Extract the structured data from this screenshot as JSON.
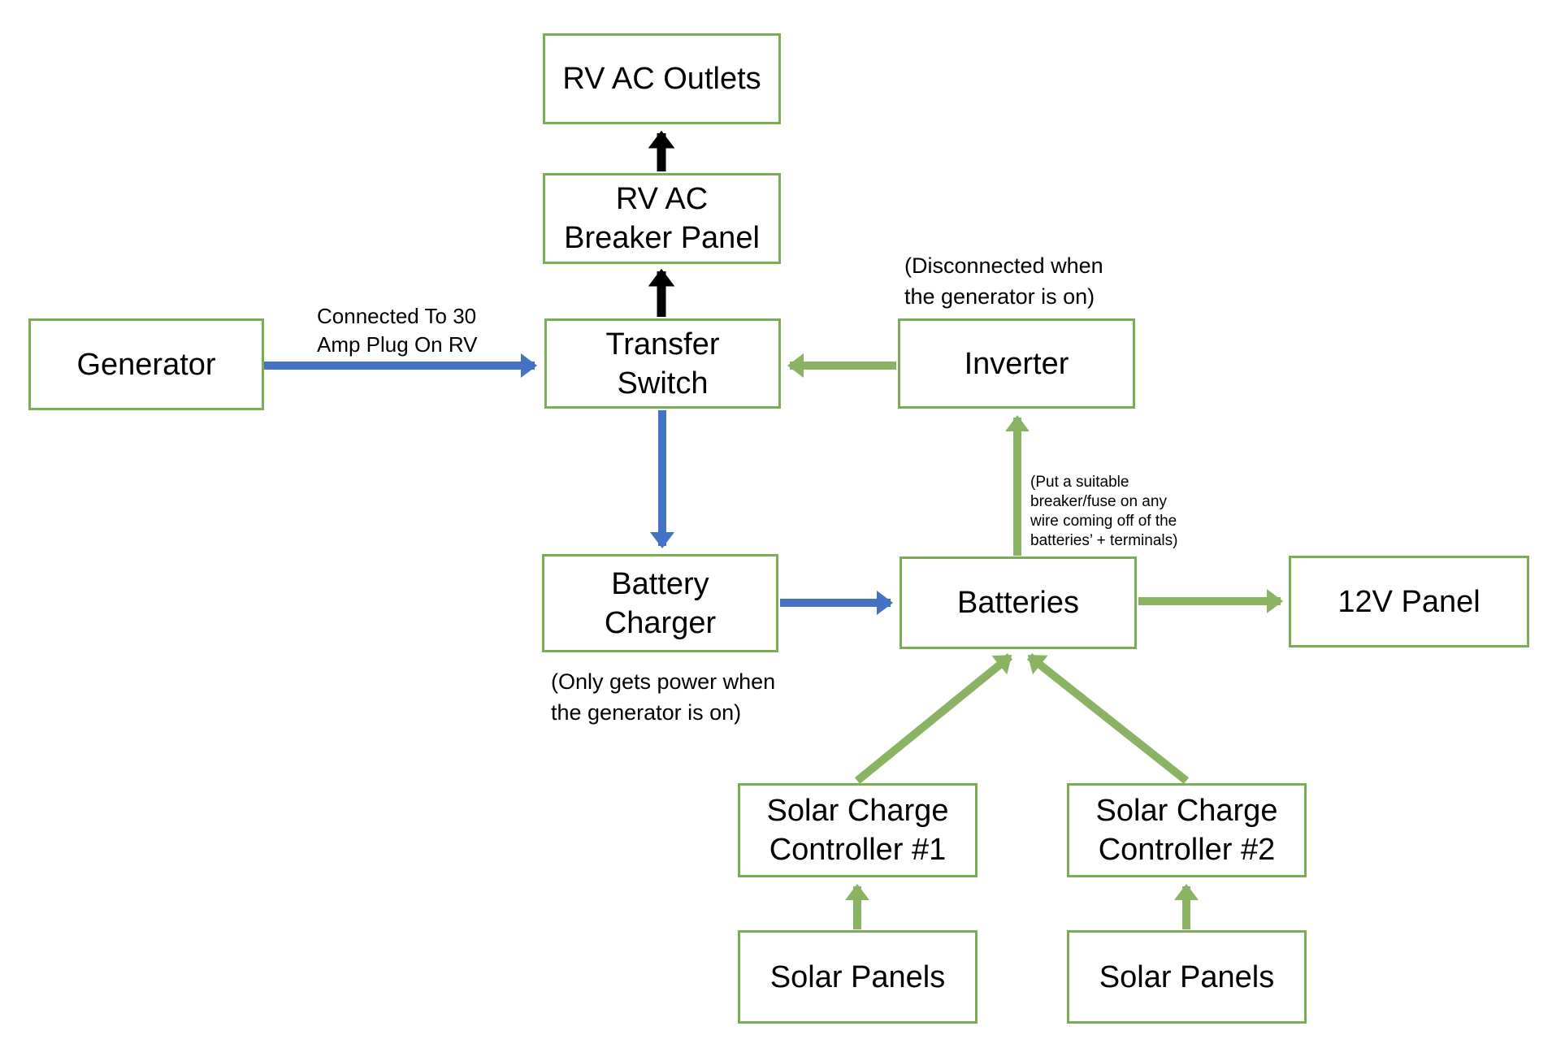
{
  "colors": {
    "background": "#ffffff",
    "text": "#000000",
    "box_border": "#7cac55",
    "arrow_green": "#8ab464",
    "arrow_blue": "#4472c4",
    "arrow_black": "#000000"
  },
  "boxes": [
    {
      "id": "generator",
      "lines": [
        "Generator"
      ]
    },
    {
      "id": "rv-ac-outlets",
      "lines": [
        "RV AC Outlets"
      ]
    },
    {
      "id": "rv-ac-breaker-panel",
      "lines": [
        "RV AC",
        "Breaker Panel"
      ]
    },
    {
      "id": "transfer-switch",
      "lines": [
        "Transfer",
        "Switch"
      ]
    },
    {
      "id": "inverter",
      "lines": [
        "Inverter"
      ]
    },
    {
      "id": "battery-charger",
      "lines": [
        "Battery",
        "Charger"
      ]
    },
    {
      "id": "batteries",
      "lines": [
        "Batteries"
      ]
    },
    {
      "id": "12v-panel",
      "lines": [
        "12V Panel"
      ]
    },
    {
      "id": "solar-charge-controller-1",
      "lines": [
        "Solar Charge",
        "Controller #1"
      ]
    },
    {
      "id": "solar-charge-controller-2",
      "lines": [
        "Solar Charge",
        "Controller #2"
      ]
    },
    {
      "id": "solar-panels-1",
      "lines": [
        "Solar Panels"
      ]
    },
    {
      "id": "solar-panels-2",
      "lines": [
        "Solar Panels"
      ]
    }
  ],
  "notes": {
    "generator_connection": {
      "lines": [
        "Connected To 30",
        "Amp Plug On RV"
      ]
    },
    "inverter_disconnected": {
      "lines": [
        "(Disconnected when",
        "the generator is on)"
      ]
    },
    "battery_charger_power": {
      "lines": [
        "(Only gets power when",
        "the generator is on)"
      ]
    },
    "battery_fuse": {
      "lines": [
        "(Put a suitable",
        "breaker/fuse on any",
        "wire coming off of the",
        "batteries’ + terminals)"
      ]
    }
  },
  "connections": [
    {
      "from": "generator",
      "to": "transfer-switch",
      "color": "blue",
      "label": "Connected To 30 Amp Plug On RV"
    },
    {
      "from": "transfer-switch",
      "to": "rv-ac-breaker-panel",
      "color": "black"
    },
    {
      "from": "rv-ac-breaker-panel",
      "to": "rv-ac-outlets",
      "color": "black"
    },
    {
      "from": "inverter",
      "to": "transfer-switch",
      "color": "green"
    },
    {
      "from": "transfer-switch",
      "to": "battery-charger",
      "color": "blue"
    },
    {
      "from": "battery-charger",
      "to": "batteries",
      "color": "blue"
    },
    {
      "from": "batteries",
      "to": "inverter",
      "color": "green"
    },
    {
      "from": "batteries",
      "to": "12v-panel",
      "color": "green"
    },
    {
      "from": "solar-charge-controller-1",
      "to": "batteries",
      "color": "green"
    },
    {
      "from": "solar-charge-controller-2",
      "to": "batteries",
      "color": "green"
    },
    {
      "from": "solar-panels-1",
      "to": "solar-charge-controller-1",
      "color": "green"
    },
    {
      "from": "solar-panels-2",
      "to": "solar-charge-controller-2",
      "color": "green"
    }
  ]
}
